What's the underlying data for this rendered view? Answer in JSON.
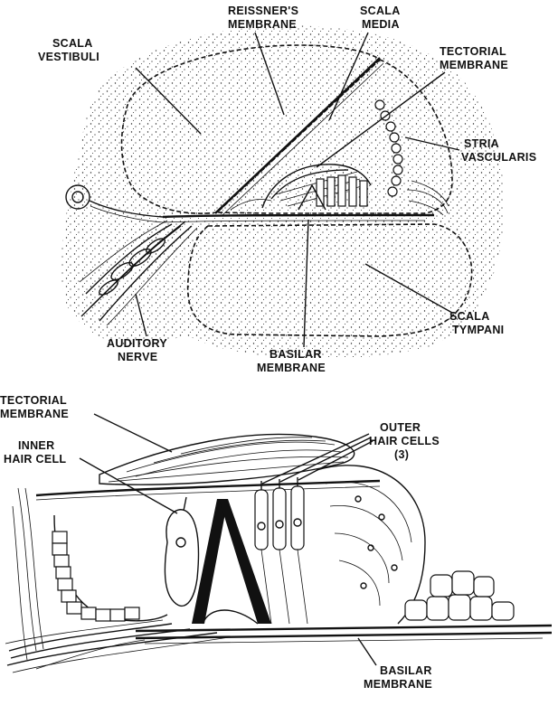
{
  "top_section": {
    "labels": {
      "scala_vestibuli": [
        "SCALA",
        "VESTIBULI"
      ],
      "reissners_membrane": [
        "REISSNER'S",
        "MEMBRANE"
      ],
      "scala_media": [
        "SCALA",
        "MEDIA"
      ],
      "tectorial_membrane": [
        "TECTORIAL",
        "MEMBRANE"
      ],
      "stria_vascularis": [
        "STRIA",
        "VASCULARIS"
      ],
      "scala_tympani": [
        "SCALA",
        "TYMPANI"
      ],
      "auditory_nerve": [
        "AUDITORY",
        "NERVE"
      ],
      "basilar_membrane": [
        "BASILAR",
        "MEMBRANE"
      ]
    }
  },
  "bottom_section": {
    "labels": {
      "tectorial_membrane": [
        "TECTORIAL",
        "MEMBRANE"
      ],
      "inner_hair_cell": [
        "INNER",
        "HAIR CELL"
      ],
      "outer_hair_cells": [
        "OUTER",
        "HAIR CELLS",
        "(3)"
      ],
      "basilar_membrane": [
        "BASILAR",
        "MEMBRANE"
      ]
    }
  }
}
